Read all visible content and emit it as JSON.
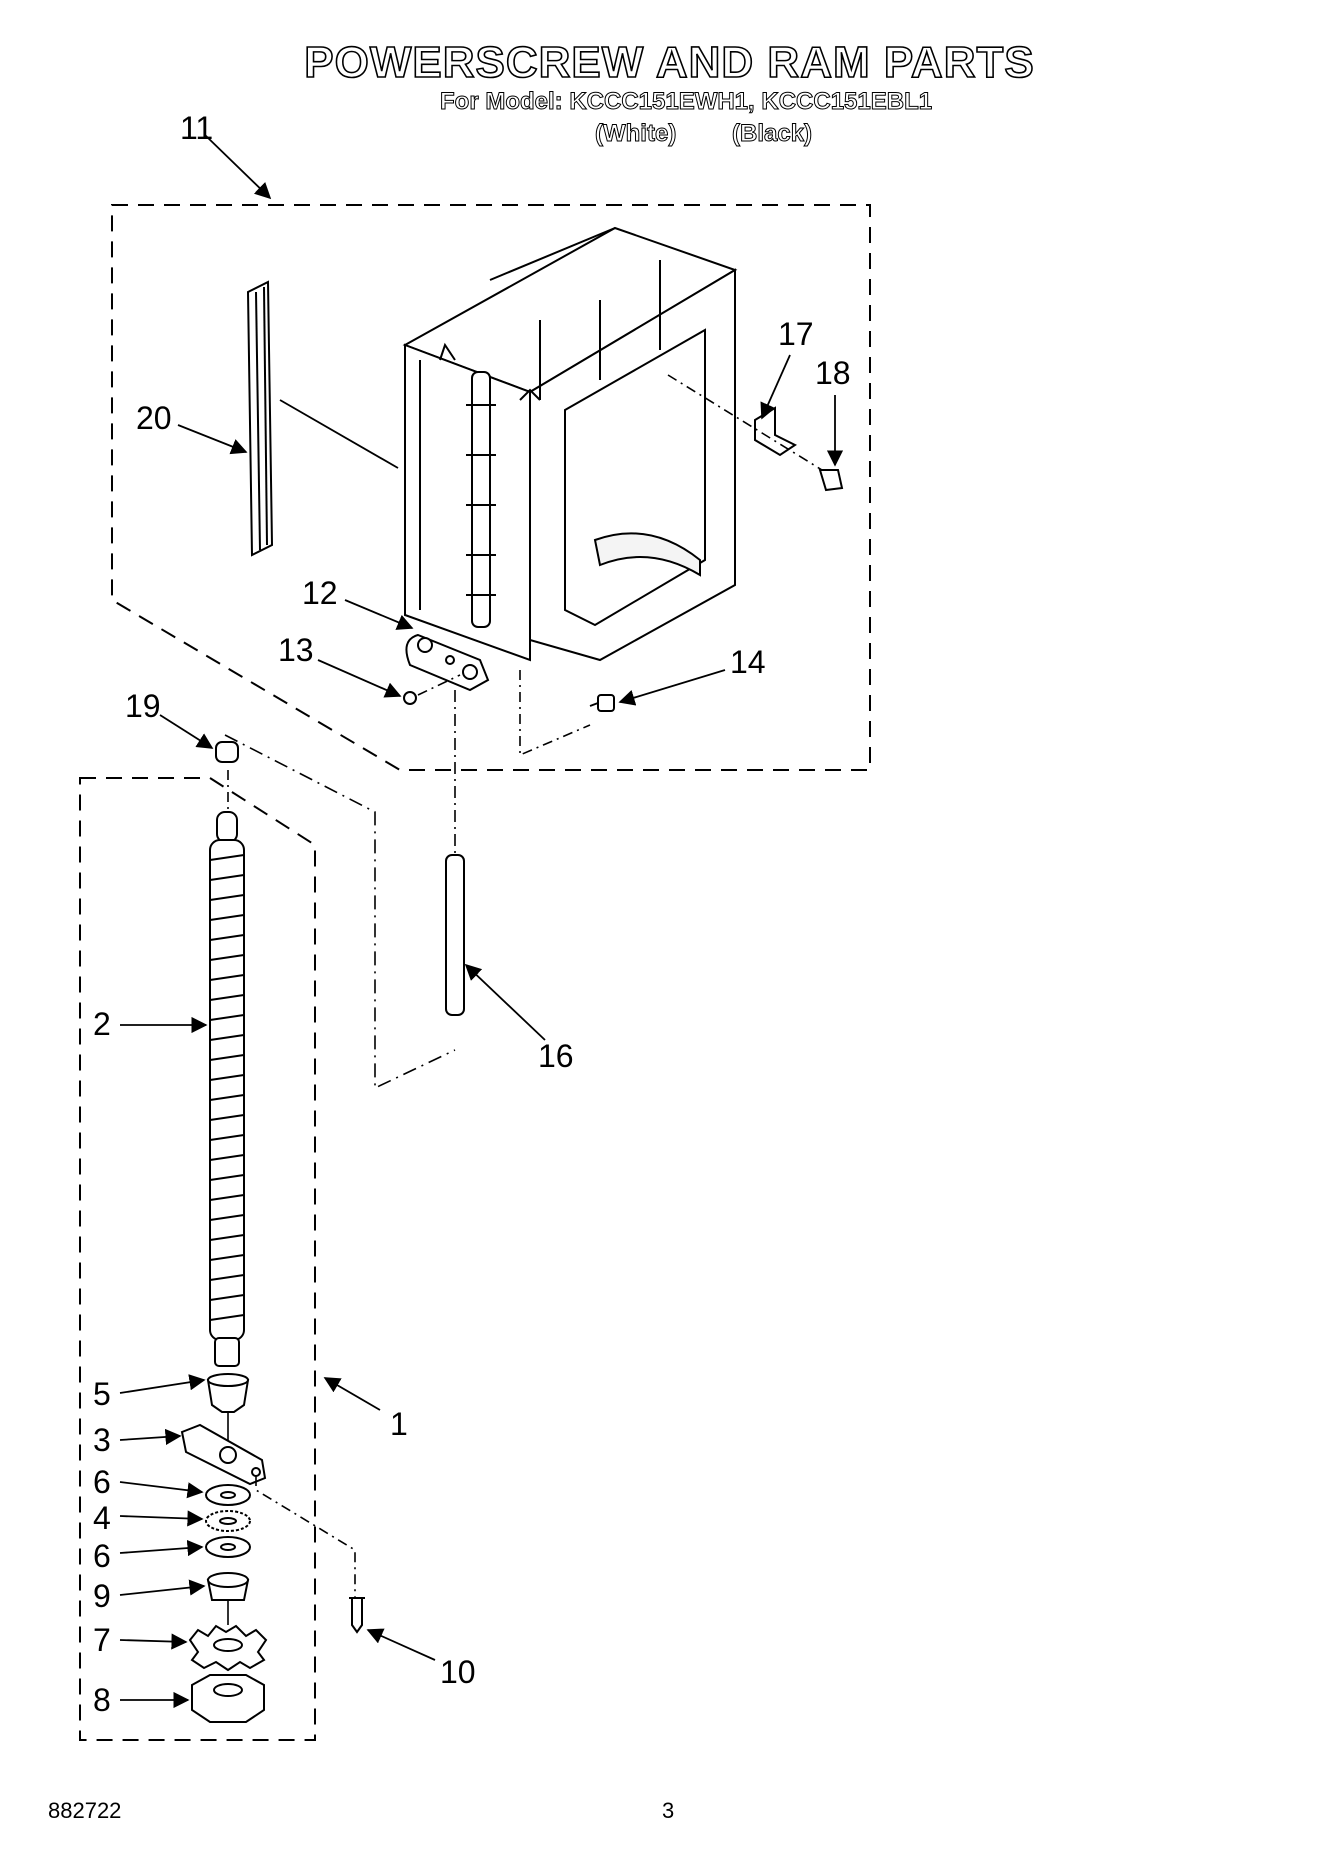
{
  "header": {
    "title": "POWERSCREW AND RAM PARTS",
    "model_line": "For Model: KCCC151EWH1, KCCC151EBL1",
    "variant_white": "(White)",
    "variant_black": "(Black)"
  },
  "callouts": {
    "c1": "1",
    "c2": "2",
    "c3": "3",
    "c4": "4",
    "c5": "5",
    "c6a": "6",
    "c6b": "6",
    "c7": "7",
    "c8": "8",
    "c9": "9",
    "c10": "10",
    "c11": "11",
    "c12": "12",
    "c13": "13",
    "c14": "14",
    "c16": "16",
    "c17": "17",
    "c18": "18",
    "c19": "19",
    "c20": "20"
  },
  "footer": {
    "doc_number": "882722",
    "page_number": "3"
  }
}
